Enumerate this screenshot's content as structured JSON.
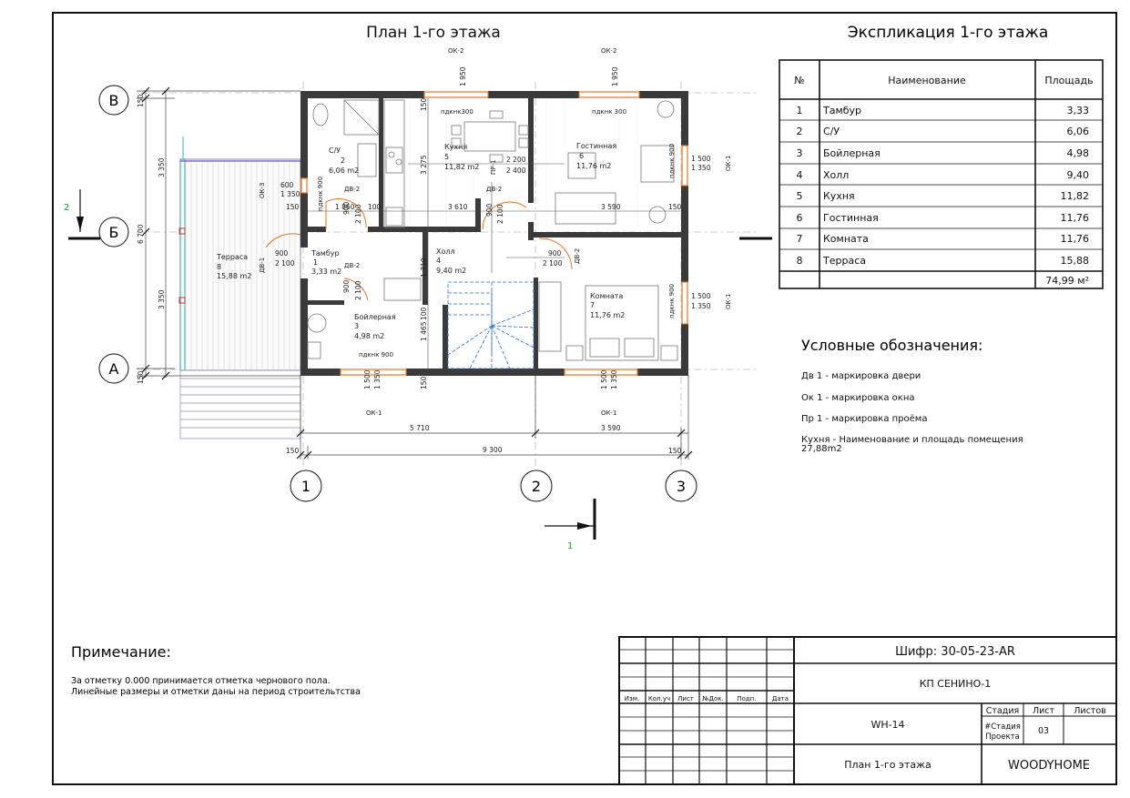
{
  "plan": {
    "title": "План 1-го этажа",
    "axes": {
      "row_v": "В",
      "row_b": "Б",
      "row_a": "А",
      "col_1": "1",
      "col_2": "2",
      "col_3": "3"
    },
    "section": {
      "left": "2",
      "bottom": "1"
    },
    "rooms": {
      "su": {
        "name": "С/У",
        "num": "2",
        "area": "6,06 m2"
      },
      "kitchen": {
        "name": "Кухня",
        "num": "5",
        "area": "11,82 m2"
      },
      "living": {
        "name": "Гостинная",
        "num": "6",
        "area": "11,76 m2"
      },
      "terrace": {
        "name": "Терраса",
        "num": "8",
        "area": "15,88 m2"
      },
      "tambur": {
        "name": "Тамбур",
        "num": "1",
        "area": "3,33 m2"
      },
      "hall": {
        "name": "Холл",
        "num": "4",
        "area": "9,40 m2"
      },
      "boiler": {
        "name": "Бойлерная",
        "num": "3",
        "area": "4,98 m2"
      },
      "room": {
        "name": "Комната",
        "num": "7",
        "area": "11,76 m2"
      }
    },
    "dims": {
      "d150a": "150",
      "d3350a": "3 350",
      "d6700": "6 700",
      "d3350b": "3 350",
      "d150b": "150",
      "d5710": "5 710",
      "d3590b": "3 590",
      "d150c": "150",
      "d9300": "9 300",
      "d150d": "150",
      "d1860": "1 860",
      "d100a": "100",
      "d3610": "3 610",
      "d3590m": "3 590",
      "d150m": "150",
      "d150l": "150",
      "d3275": "3 275",
      "d1710": "1 710",
      "d1465": "1 465",
      "d100b": "100",
      "d150v": "150",
      "d150w": "150",
      "d1950a": "1 950",
      "d1950b": "1 950",
      "d1500a": "1 500",
      "d1350a": "1 350",
      "d1500b": "1 500",
      "d1350b": "1 350",
      "d1500c": "1 500",
      "d1350c": "1 350",
      "d1500d": "1 500",
      "d1350d": "1 350",
      "d600": "600",
      "d1350e": "1 350",
      "d900a": "900",
      "d2100a": "2 100",
      "d900b": "900",
      "d2100b": "2 100",
      "d900c": "900",
      "d2100c": "2 100",
      "d900d": "900",
      "d2100d": "2 100",
      "d900e": "900",
      "d2100e": "2 100",
      "d2200": "2 200",
      "d2400": "2 400"
    },
    "marks": {
      "ok2a": "ОК-2",
      "ok2b": "ОК-2",
      "ok1r1": "ОК-1",
      "ok1r2": "ОК-1",
      "ok3": "ОК-3",
      "ok1b1": "ОК-1",
      "ok1b2": "ОК-1",
      "dv2a": "ДВ-2",
      "dv2b": "ДВ-2",
      "dv2c": "ДВ-2",
      "dv2d": "ДВ-2",
      "dv1": "ДВ-1",
      "pr1": "ПР-1",
      "sill300a": "пдкнк300",
      "sill300b": "пдкнк 300",
      "sill900a": "пдкнк 900",
      "sill900b": "пдкнк 900",
      "sill900c": "пдкнк 900",
      "sill900d": "пдкнк 900"
    }
  },
  "explication": {
    "title": "Экспликация 1-го этажа",
    "headers": {
      "num": "№",
      "name": "Наименование",
      "area": "Площадь"
    },
    "rows": [
      {
        "num": "1",
        "name": "Тамбур",
        "area": "3,33"
      },
      {
        "num": "2",
        "name": "С/У",
        "area": "6,06"
      },
      {
        "num": "3",
        "name": "Бойлерная",
        "area": "4,98"
      },
      {
        "num": "4",
        "name": "Холл",
        "area": "9,40"
      },
      {
        "num": "5",
        "name": "Кухня",
        "area": "11,82"
      },
      {
        "num": "6",
        "name": "Гостинная",
        "area": "11,76"
      },
      {
        "num": "7",
        "name": "Комната",
        "area": "11,76"
      },
      {
        "num": "8",
        "name": "Терраса",
        "area": "15,88"
      }
    ],
    "total": "74,99 м²"
  },
  "legend": {
    "title": "Условные обозначения:",
    "items": [
      "Дв 1 - маркировка двери",
      "Ок 1 - маркировка окна",
      "Пр 1 - маркировка проёма",
      "Кухня - Наименование и площадь помещения",
      "27,88m2"
    ]
  },
  "note": {
    "title": "Примечание:",
    "lines": [
      "За отметку 0.000 принимается отметка чернового пола.",
      "Линейные размеры и отметки даны на период строительтства"
    ]
  },
  "stamp": {
    "cols": {
      "izm": "Изм.",
      "koluch": "Кол.уч",
      "list": "Лист",
      "ndok": "№Док.",
      "podp": "Подп.",
      "data": "Дата"
    },
    "code": "Шифр: 30-05-23-AR",
    "project": "КП СЕНИНО-1",
    "object": "WH-14",
    "stage_h": "Стадия",
    "list_h": "Лист",
    "lists_h": "Листов",
    "stage_v1": "#Стадия",
    "stage_v2": "Проекта",
    "list_v": "03",
    "sheet_name": "План 1-го этажа",
    "company": "WOODYHOME"
  },
  "colors": {
    "wall": "#3a3a3a",
    "window": "#e8731f",
    "stair": "#2a6fd6",
    "section": "#2c8a3c"
  }
}
